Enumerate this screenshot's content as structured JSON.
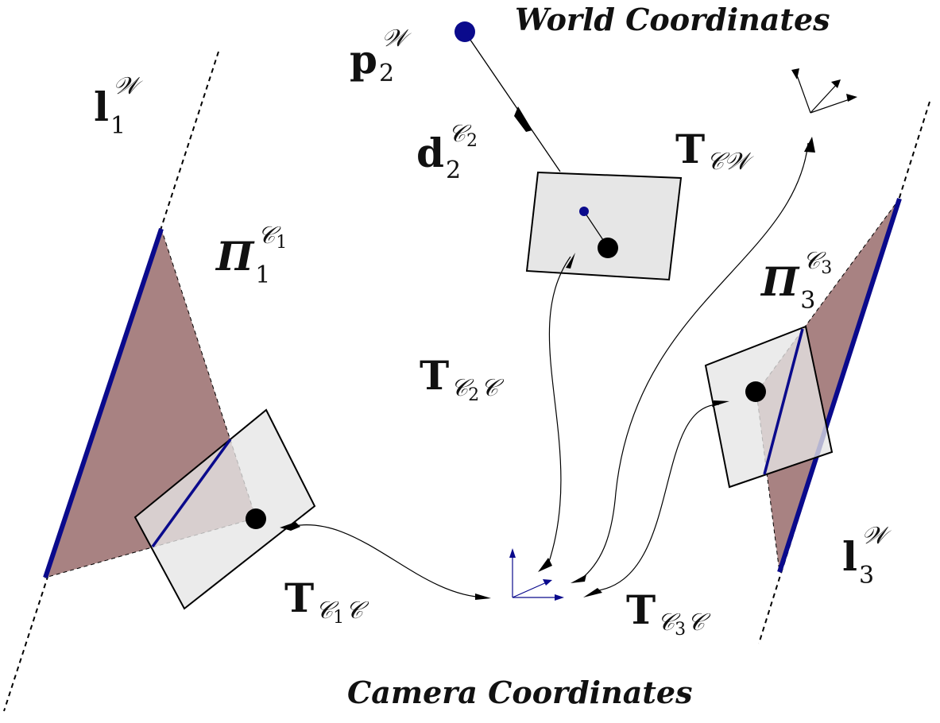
{
  "captions": {
    "world": "World Coordinates",
    "camera": "Camera Coordinates"
  },
  "labels": {
    "l1": {
      "base": "l",
      "sub": "1",
      "sup": "𝒲"
    },
    "l3": {
      "base": "l",
      "sub": "3",
      "sup": "𝒲"
    },
    "p2": {
      "base": "p",
      "sub": "2",
      "sup": "𝒲"
    },
    "d2": {
      "base": "d",
      "sub": "2",
      "sup": "𝒞",
      "supsub": "2"
    },
    "pi1": {
      "base": "Π",
      "sub": "1",
      "sup": "𝒞",
      "supsub": "1"
    },
    "pi3": {
      "base": "Π",
      "sub": "3",
      "sup": "𝒞",
      "supsub": "3"
    },
    "tcw": {
      "base": "T",
      "sub": "𝒞𝒲"
    },
    "tc1c": {
      "base": "T",
      "sub": "𝒞",
      "subsub": "1",
      "sub2": "𝒞"
    },
    "tc2c": {
      "base": "T",
      "sub": "𝒞",
      "subsub": "2",
      "sub2": "𝒞"
    },
    "tc3c": {
      "base": "T",
      "sub": "𝒞",
      "subsub": "3",
      "sub2": "𝒞"
    }
  },
  "colors": {
    "plane_fill": "#a88282",
    "image_fill": "#e6e6e6",
    "line_blue": "#0a0a8c",
    "point_blue": "#0a0a8c",
    "ink": "#000000"
  },
  "icons": [
    "world-frame-icon",
    "camera-frame-icon"
  ]
}
